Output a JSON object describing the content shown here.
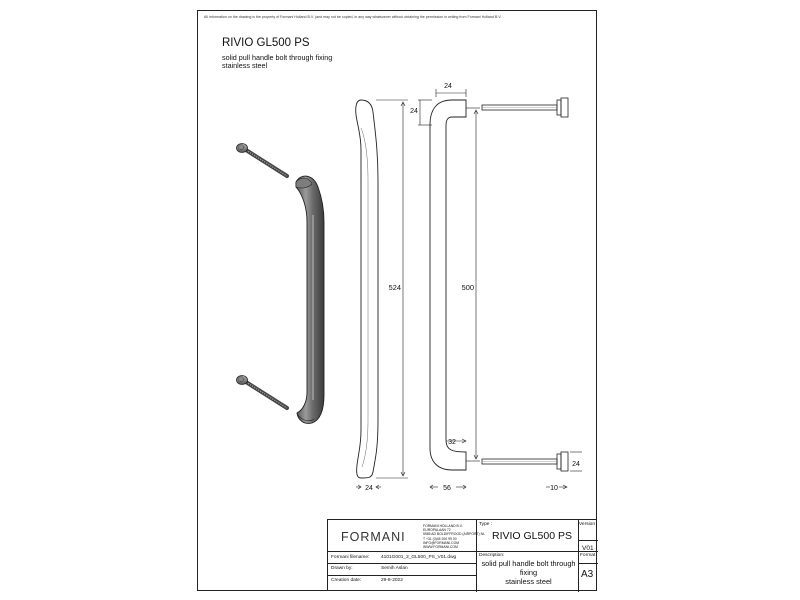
{
  "disclaimer": "All information on the drawing is the property of Formani Holland B.V. (and may not be copied, in any way whatsoever without obtaining the permission in writing from Formani Holland B.V.",
  "title": "RIVIO GL500 PS",
  "subtitle_line1": "solid pull handle bolt through fixing",
  "subtitle_line2": "stainless steel",
  "dimensions": {
    "d_top_width": "24",
    "d_top_thickness": "24",
    "d_length_overall": "524",
    "d_length_centers": "500",
    "d_foot": "32",
    "d_bottom_left": "24",
    "d_bottom_mid": "56",
    "d_bolt_length": "10",
    "d_bolt_head": "24"
  },
  "title_block": {
    "logo": "FORMANI",
    "company_lines": [
      "FORMANI HOLLAND B.V.",
      "EUROPALAAN 72",
      "5985 AD BOLDIFFROOD (AIRPORT) NL",
      "T +31 (0)45 200 99 00",
      "INFO@FORMANI.COM",
      "WWW.FORMANI.COM"
    ],
    "type_label": "Type :",
    "type_value": "RIVIO GL500 PS",
    "version_label": "Version",
    "version_value": "V01",
    "filename_label": "Formani filename:",
    "filename_value": "4101G001_2_GL500_PS_V01.dwg",
    "drawn_label": "Drawn by:",
    "drawn_value": "Semih Aslan",
    "date_label": "Creation date:",
    "date_value": "29-8-2022",
    "description_label": "Description:",
    "description_line1": "solid pull handle bolt through",
    "description_line2": "fixing",
    "description_line3": "stainless steel",
    "format_label": "Format",
    "format_value": "A3"
  }
}
